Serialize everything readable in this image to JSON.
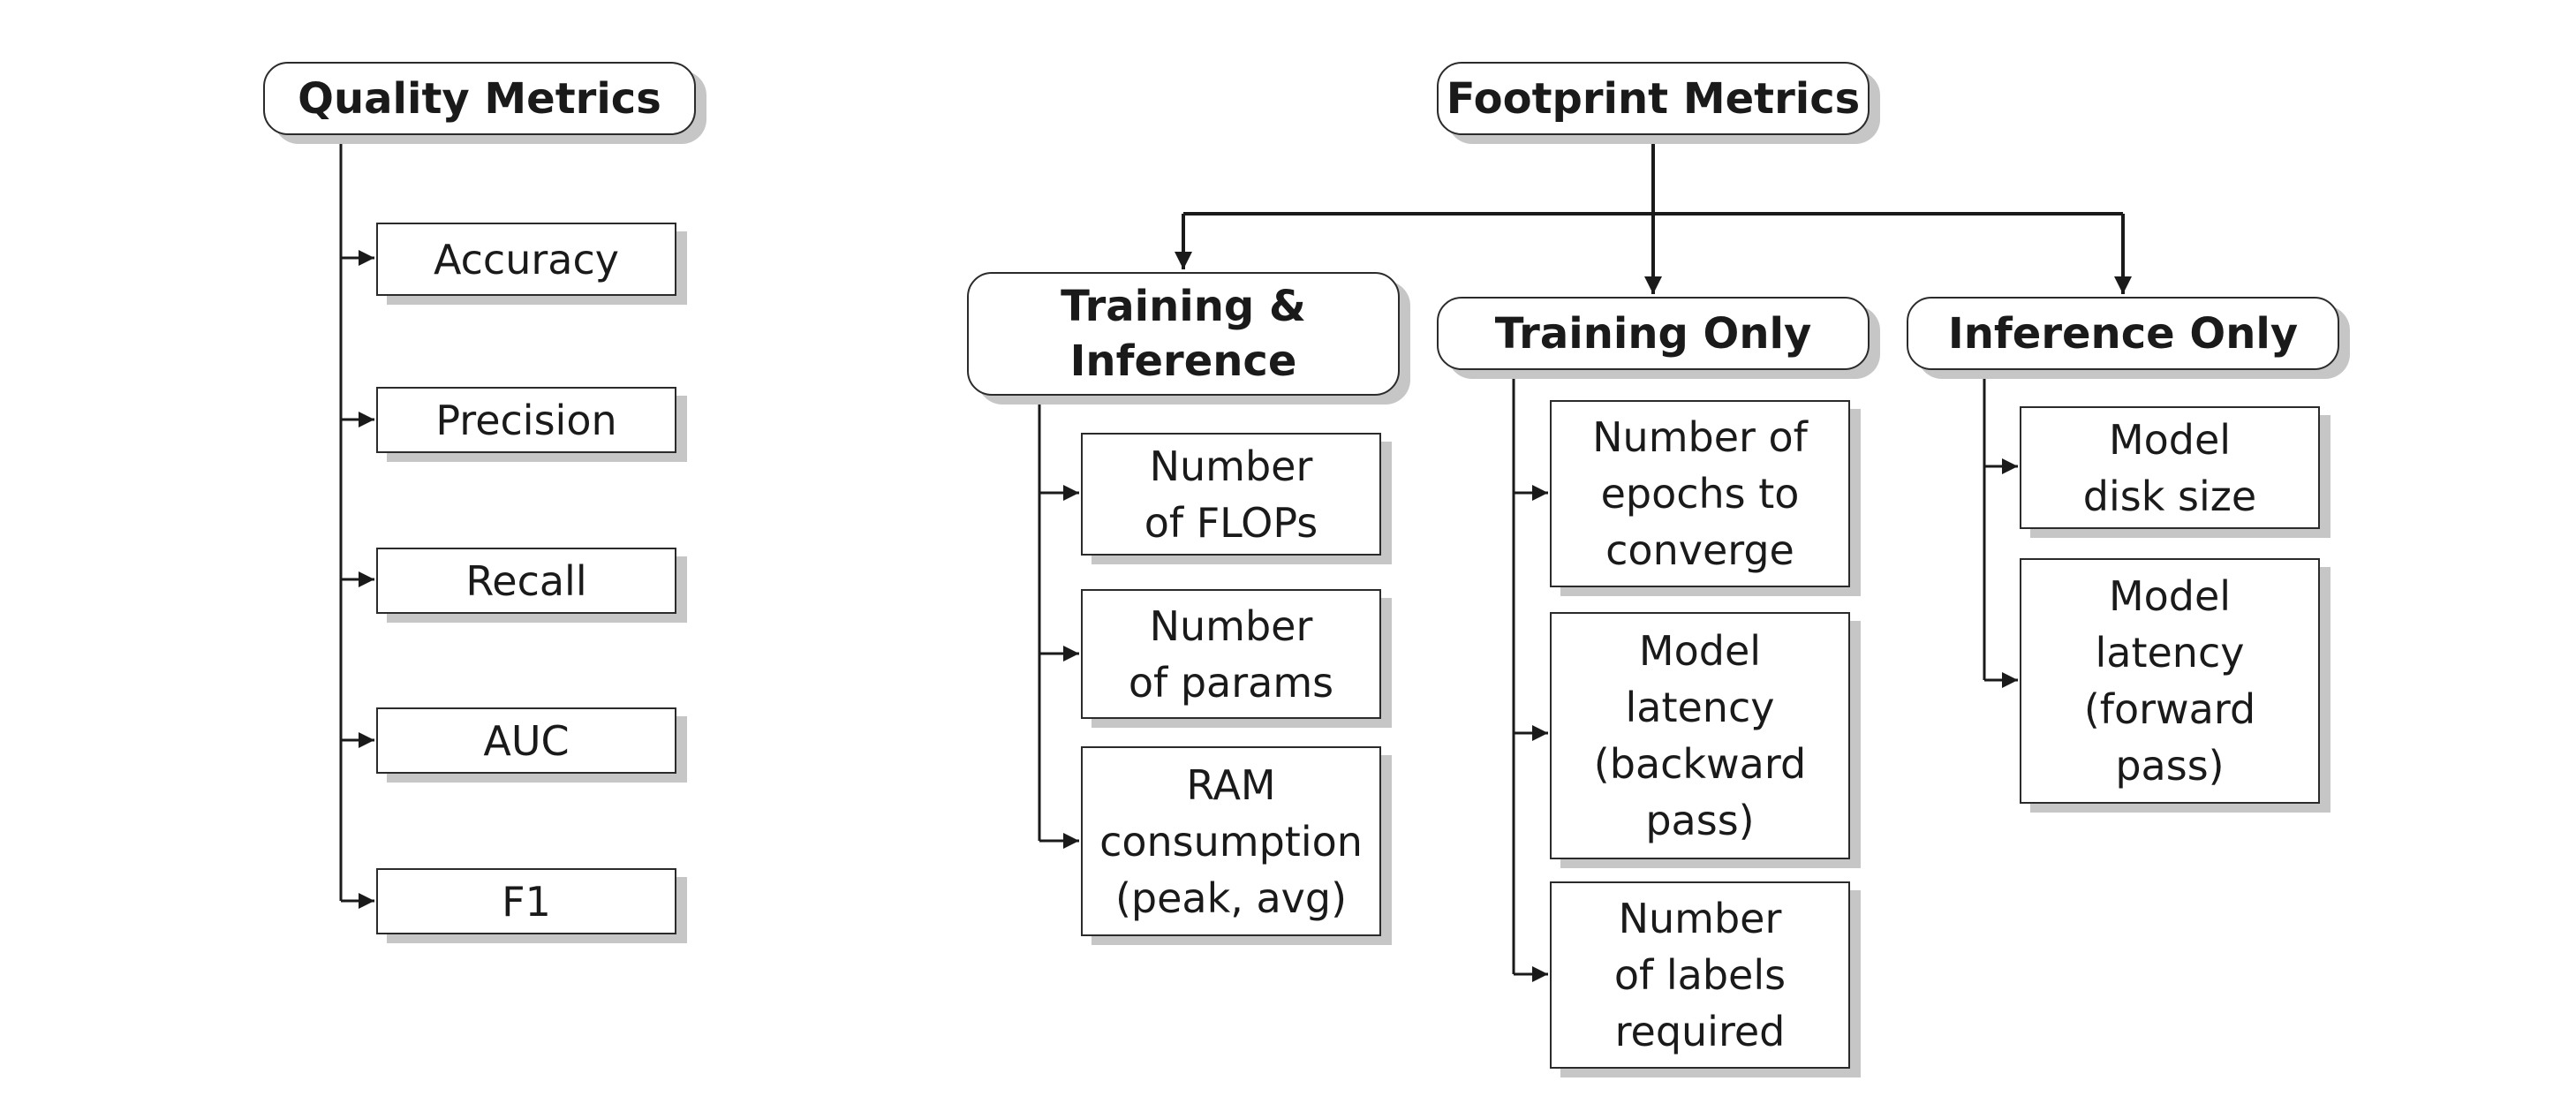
{
  "quality": {
    "title": "Quality Metrics",
    "items": [
      "Accuracy",
      "Precision",
      "Recall",
      "AUC",
      "F1"
    ]
  },
  "footprint": {
    "title": "Footprint Metrics",
    "training_inference": {
      "title": "Training &\nInference",
      "items": [
        "Number\nof FLOPs",
        "Number\nof params",
        "RAM\nconsumption\n(peak, avg)"
      ]
    },
    "training_only": {
      "title": "Training Only",
      "items": [
        "Number of\nepochs to\nconverge",
        "Model\nlatency\n(backward\npass)",
        "Number\nof labels\nrequired"
      ]
    },
    "inference_only": {
      "title": "Inference Only",
      "items": [
        "Model\ndisk size",
        "Model\nlatency\n(forward\npass)"
      ]
    }
  }
}
